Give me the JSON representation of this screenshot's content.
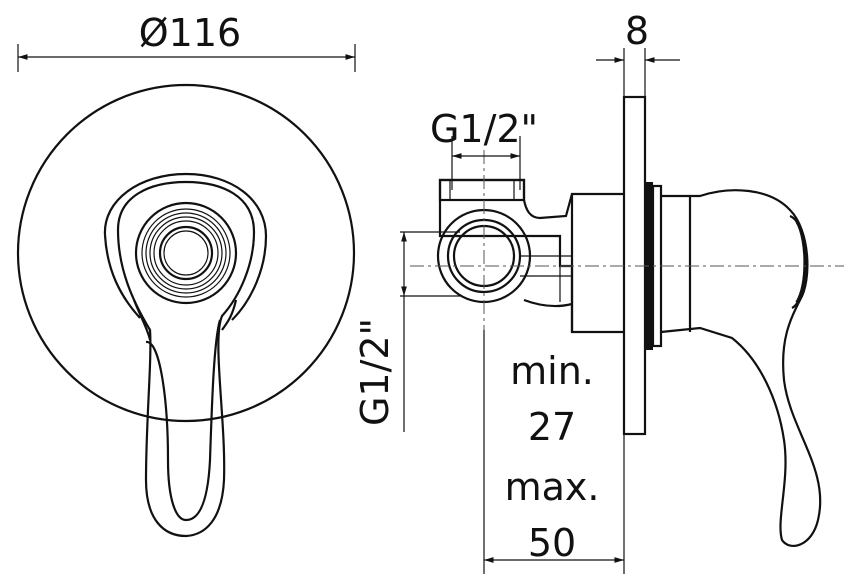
{
  "labels": {
    "diameter": "Ø116",
    "plate_thickness": "8",
    "thread_top": "G1/2\"",
    "thread_side": "G1/2\"",
    "depth_min_label": "min.",
    "depth_min_value": "27",
    "depth_max_label": "max.",
    "depth_max_value": "50"
  }
}
